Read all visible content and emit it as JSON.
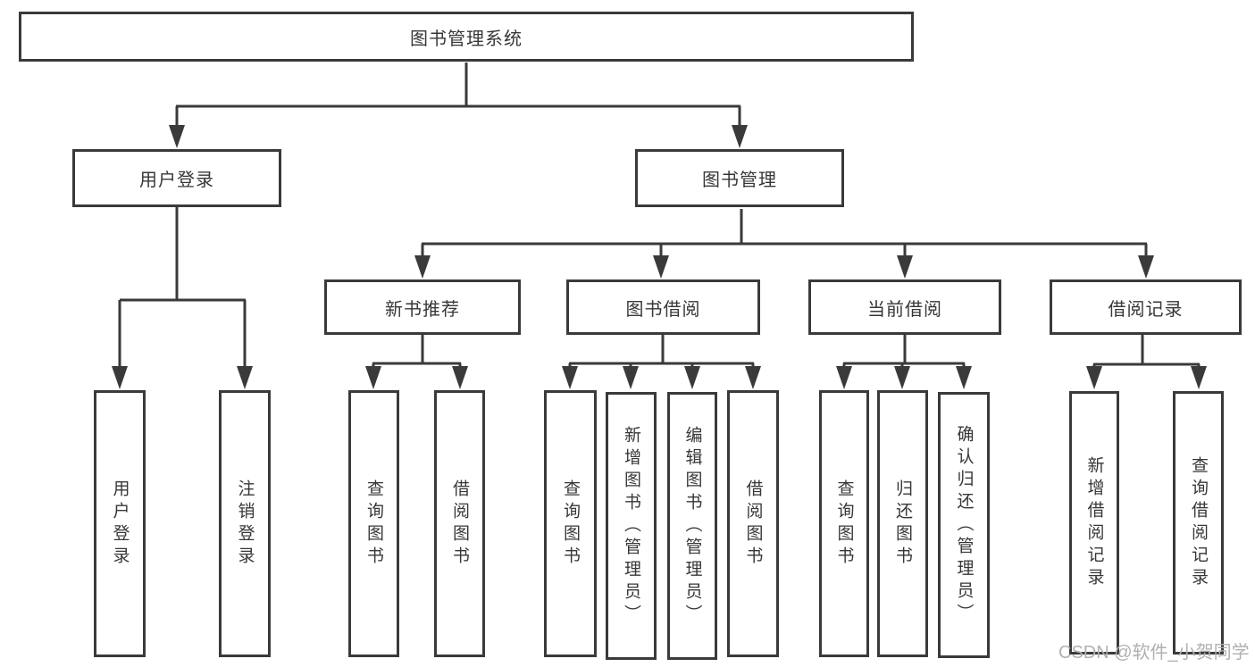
{
  "root_label": "图书管理系统",
  "branches": {
    "user": {
      "label": "用户登录",
      "leaves": [
        "用户登录",
        "注销登录"
      ]
    },
    "book": {
      "label": "图书管理",
      "groups": [
        {
          "label": "新书推荐",
          "leaves": [
            "查询图书",
            "借阅图书"
          ]
        },
        {
          "label": "图书借阅",
          "leaves": [
            "查询图书",
            "新增图书（管理员）",
            "编辑图书（管理员）",
            "借阅图书"
          ]
        },
        {
          "label": "当前借阅",
          "leaves": [
            "查询图书",
            "归还图书",
            "确认归还（管理员）"
          ]
        },
        {
          "label": "借阅记录",
          "leaves": [
            "新增借阅记录",
            "查询借阅记录"
          ]
        }
      ]
    }
  },
  "watermark": "CSDN @软件_小贺同学",
  "colors": {
    "line": "#3a3a3a",
    "box_border": "#3a3a3a",
    "text": "#373737",
    "watermark": "#b0b0b0",
    "background": "#ffffff"
  }
}
